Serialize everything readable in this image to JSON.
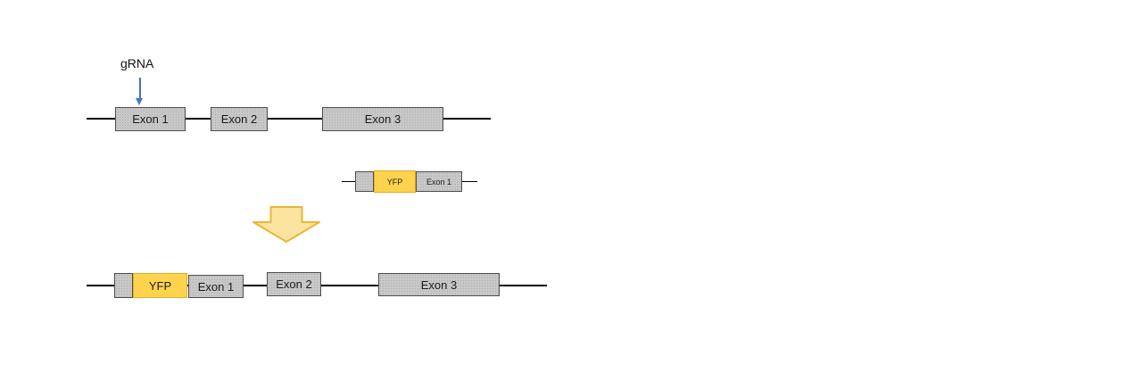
{
  "diagram": {
    "grna_label": "gRNA",
    "original_locus": {
      "exons": [
        "Exon 1",
        "Exon 2",
        "Exon 3"
      ]
    },
    "donor_construct": {
      "yfp_label": "YFP",
      "exon_label": "Exon 1"
    },
    "edited_locus": {
      "yfp_label": "YFP",
      "exons": [
        "Exon 1",
        "Exon 2",
        "Exon 3"
      ]
    },
    "colors": {
      "exon_fill": "#c8c8c8",
      "exon_border": "#4d4d4d",
      "yfp_fill": "#ffd34d",
      "yfp_border": "#e2ab25",
      "dna_line": "#000000",
      "grna_arrow": "#4472c4",
      "big_arrow_fill": "#fbe3a0",
      "big_arrow_border": "#e9b735"
    }
  }
}
